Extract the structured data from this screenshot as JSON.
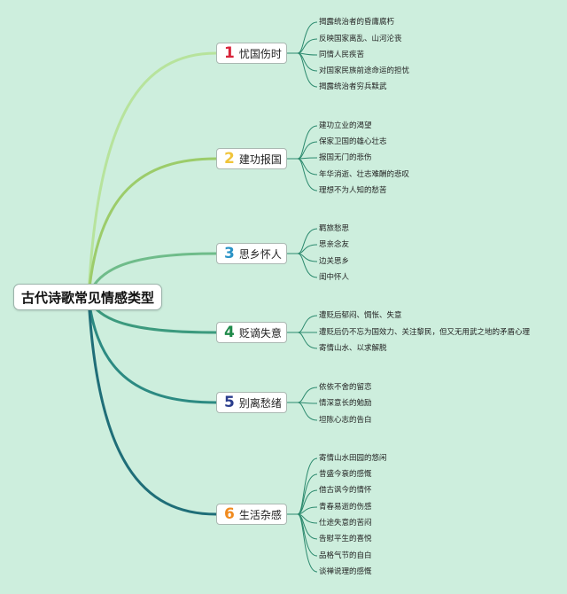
{
  "root": {
    "title": "古代诗歌常见情感类型"
  },
  "categories": [
    {
      "number": "1",
      "title": "忧国伤时",
      "color": "#d8243a",
      "items": [
        "揭露统治者的昏庸腐朽",
        "反映国家离乱、山河沦丧",
        "同情人民疾苦",
        "对国家民族前途命运的担忧",
        "揭露统治者穷兵黩武"
      ]
    },
    {
      "number": "2",
      "title": "建功报国",
      "color": "#f0c43a",
      "items": [
        "建功立业的渴望",
        "保家卫国的雄心壮志",
        "报国无门的悲伤",
        "年华消逝、壮志难酬的悲叹",
        "理想不为人知的愁苦"
      ]
    },
    {
      "number": "3",
      "title": "思乡怀人",
      "color": "#2a93c6",
      "items": [
        "羁旅愁思",
        "思亲念友",
        "边关思乡",
        "闺中怀人"
      ]
    },
    {
      "number": "4",
      "title": "贬谪失意",
      "color": "#1f8a4a",
      "items": [
        "遭贬后郁闷、惆怅、失意",
        "遭贬后仍不忘为国效力、关注黎民，但又无用武之地的矛盾心理",
        "寄情山水、以求解脱"
      ]
    },
    {
      "number": "5",
      "title": "别离愁绪",
      "color": "#2a3d8c",
      "items": [
        "依依不舍的留恋",
        "情深意长的勉励",
        "坦陈心志的告白"
      ]
    },
    {
      "number": "6",
      "title": "生活杂感",
      "color": "#f08a1e",
      "items": [
        "寄情山水田园的悠闲",
        "昔盛今衰的感慨",
        "借古讽今的情怀",
        "青春易逝的伤感",
        "仕途失意的苦闷",
        "告慰平生的喜悦",
        "品格气节的自白",
        "谈禅说理的感慨"
      ]
    }
  ],
  "colors": {
    "background": "#cdeedd",
    "branches": [
      "#b7e39c",
      "#9ccc6a",
      "#6fbc8a",
      "#3c9a7e",
      "#2c8a82",
      "#1f6e78"
    ]
  }
}
